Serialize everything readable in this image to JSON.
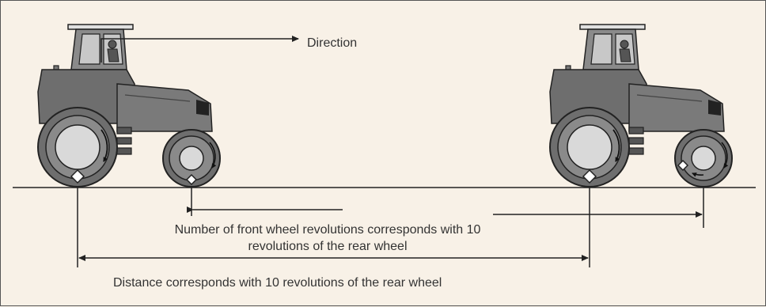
{
  "labels": {
    "direction": "Direction",
    "front_wheel_line1": "Number of front wheel revolutions corresponds with 10",
    "front_wheel_line2": "revolutions of the rear wheel",
    "distance": "Distance corresponds with 10 revolutions of the rear wheel"
  },
  "tractors": [
    "left-tractor",
    "right-tractor"
  ],
  "colors": {
    "background": "#f8f1e7",
    "tractor_body": "#6e6e6e",
    "tractor_dark": "#3a3a3a",
    "wheel_rim": "#d9d9d9",
    "line": "#222222"
  }
}
